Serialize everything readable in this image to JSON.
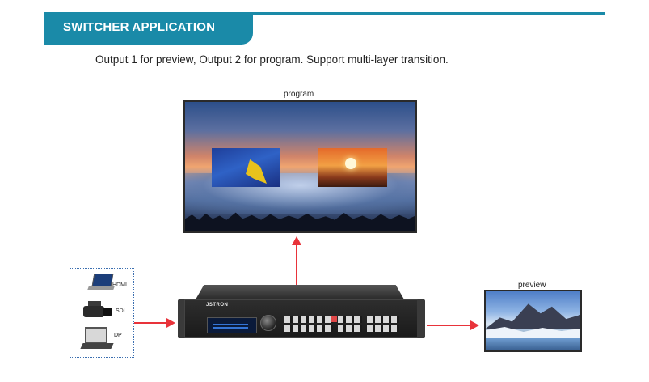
{
  "header": {
    "title": "SWITCHER APPLICATION"
  },
  "description": "Output 1 for preview, Output 2 for program. Support multi-layer transition.",
  "outputs": {
    "program_label": "program",
    "preview_label": "preview"
  },
  "sources": [
    {
      "label": "HDMI",
      "icon": "laptop-icon"
    },
    {
      "label": "SDI",
      "icon": "camera-icon"
    },
    {
      "label": "DP",
      "icon": "laptop-icon"
    }
  ],
  "device": {
    "brand": "JSTRON"
  },
  "colors": {
    "accent": "#1a8aa8",
    "arrow": "#e8333a",
    "source_border": "#3b6fb0"
  }
}
